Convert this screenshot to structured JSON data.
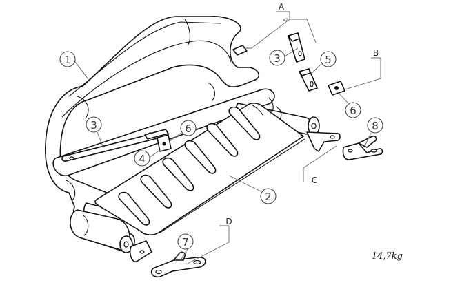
{
  "callouts": [
    "1",
    "2",
    "3",
    "3",
    "4",
    "5",
    "6",
    "6",
    "7",
    "8"
  ],
  "letters": [
    "A",
    "B",
    "C",
    "D"
  ],
  "quantity_note": "x2",
  "weight": "14,7kg"
}
